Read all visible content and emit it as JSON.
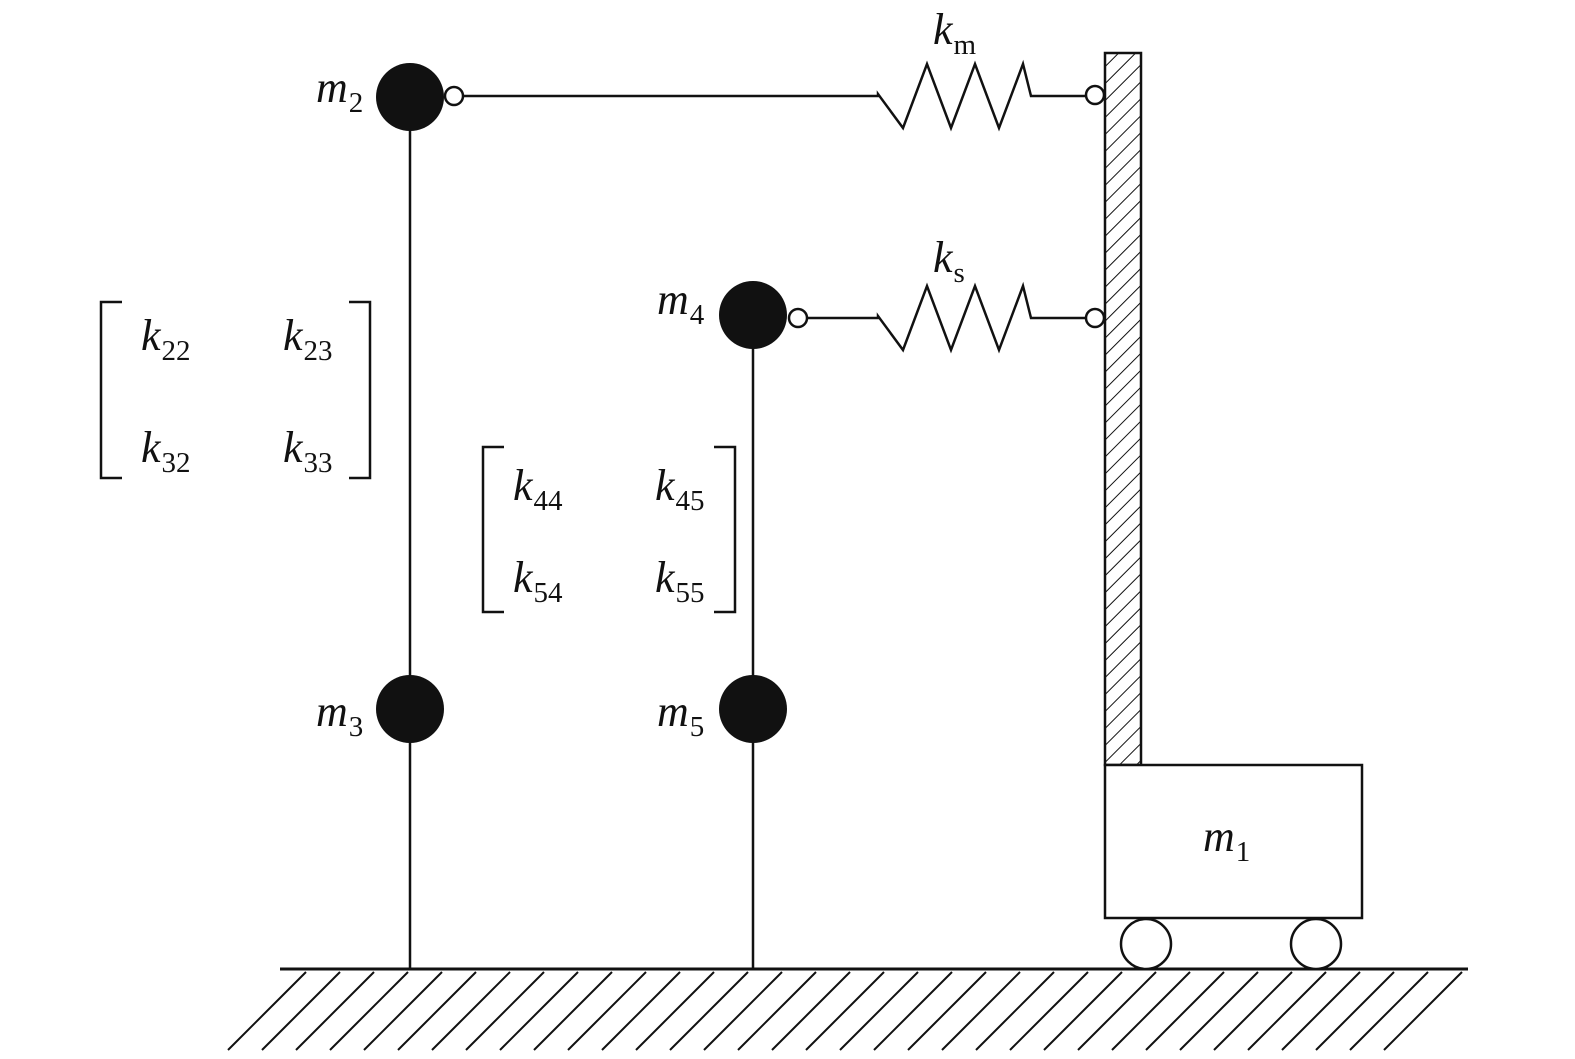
{
  "masses": {
    "m1": {
      "base": "m",
      "sub": "1"
    },
    "m2": {
      "base": "m",
      "sub": "2"
    },
    "m3": {
      "base": "m",
      "sub": "3"
    },
    "m4": {
      "base": "m",
      "sub": "4"
    },
    "m5": {
      "base": "m",
      "sub": "5"
    }
  },
  "springs": {
    "km": {
      "base": "k",
      "sub": "m"
    },
    "ks": {
      "base": "k",
      "sub": "s"
    }
  },
  "matrix_a": {
    "k22": {
      "base": "k",
      "sub": "22"
    },
    "k23": {
      "base": "k",
      "sub": "23"
    },
    "k32": {
      "base": "k",
      "sub": "32"
    },
    "k33": {
      "base": "k",
      "sub": "33"
    }
  },
  "matrix_b": {
    "k44": {
      "base": "k",
      "sub": "44"
    },
    "k45": {
      "base": "k",
      "sub": "45"
    },
    "k54": {
      "base": "k",
      "sub": "54"
    },
    "k55": {
      "base": "k",
      "sub": "55"
    }
  }
}
